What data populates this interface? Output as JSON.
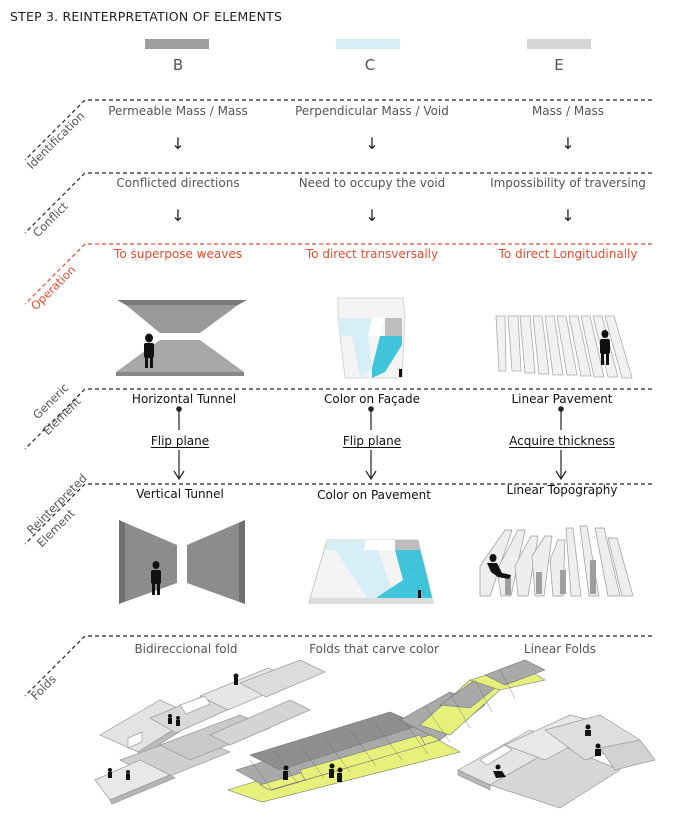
{
  "title": "STEP 3. REINTERPRETATION OF ELEMENTS",
  "columns": [
    {
      "letter": "B",
      "swatch_color": "#9e9e9e"
    },
    {
      "letter": "C",
      "swatch_color": "#d7eef7"
    },
    {
      "letter": "E",
      "swatch_color": "#d6d6d6"
    }
  ],
  "rows": {
    "identification": {
      "label": "Identification",
      "items": [
        "Permeable Mass / Mass",
        "Perpendicular Mass / Void",
        "Mass / Mass"
      ]
    },
    "conflict": {
      "label": "Conflict",
      "items": [
        "Conflicted directions",
        "Need to occupy the void",
        "Impossibility of traversing"
      ]
    },
    "operation": {
      "label": "Operation",
      "items": [
        "To superpose weaves",
        "To direct transversally",
        "To direct Longitudinally"
      ]
    },
    "generic": {
      "label_line1": "Generic",
      "label_line2": "Element",
      "items": [
        "Horizontal Tunnel",
        "Color on Façade",
        "Linear Pavement"
      ]
    },
    "transform": {
      "items": [
        "Flip plane",
        "Flip plane",
        "Acquire thickness"
      ]
    },
    "reinterpreted": {
      "label_line1": "Reinterpreted",
      "label_line2": "Element",
      "items": [
        "Vertical Tunnel",
        "Color on Pavement",
        "Linear Topography"
      ]
    },
    "folds": {
      "label": "Folds",
      "items": [
        "Bidireccional fold",
        "Folds that carve color",
        "Linear Folds"
      ]
    }
  },
  "arrow_glyph": "↓",
  "colors": {
    "accent_red": "#ee4a2c",
    "cyan": "#40c4d9",
    "light_blue": "#d7eef7",
    "lime": "#e6f07a",
    "gray": "#9e9e9e"
  }
}
